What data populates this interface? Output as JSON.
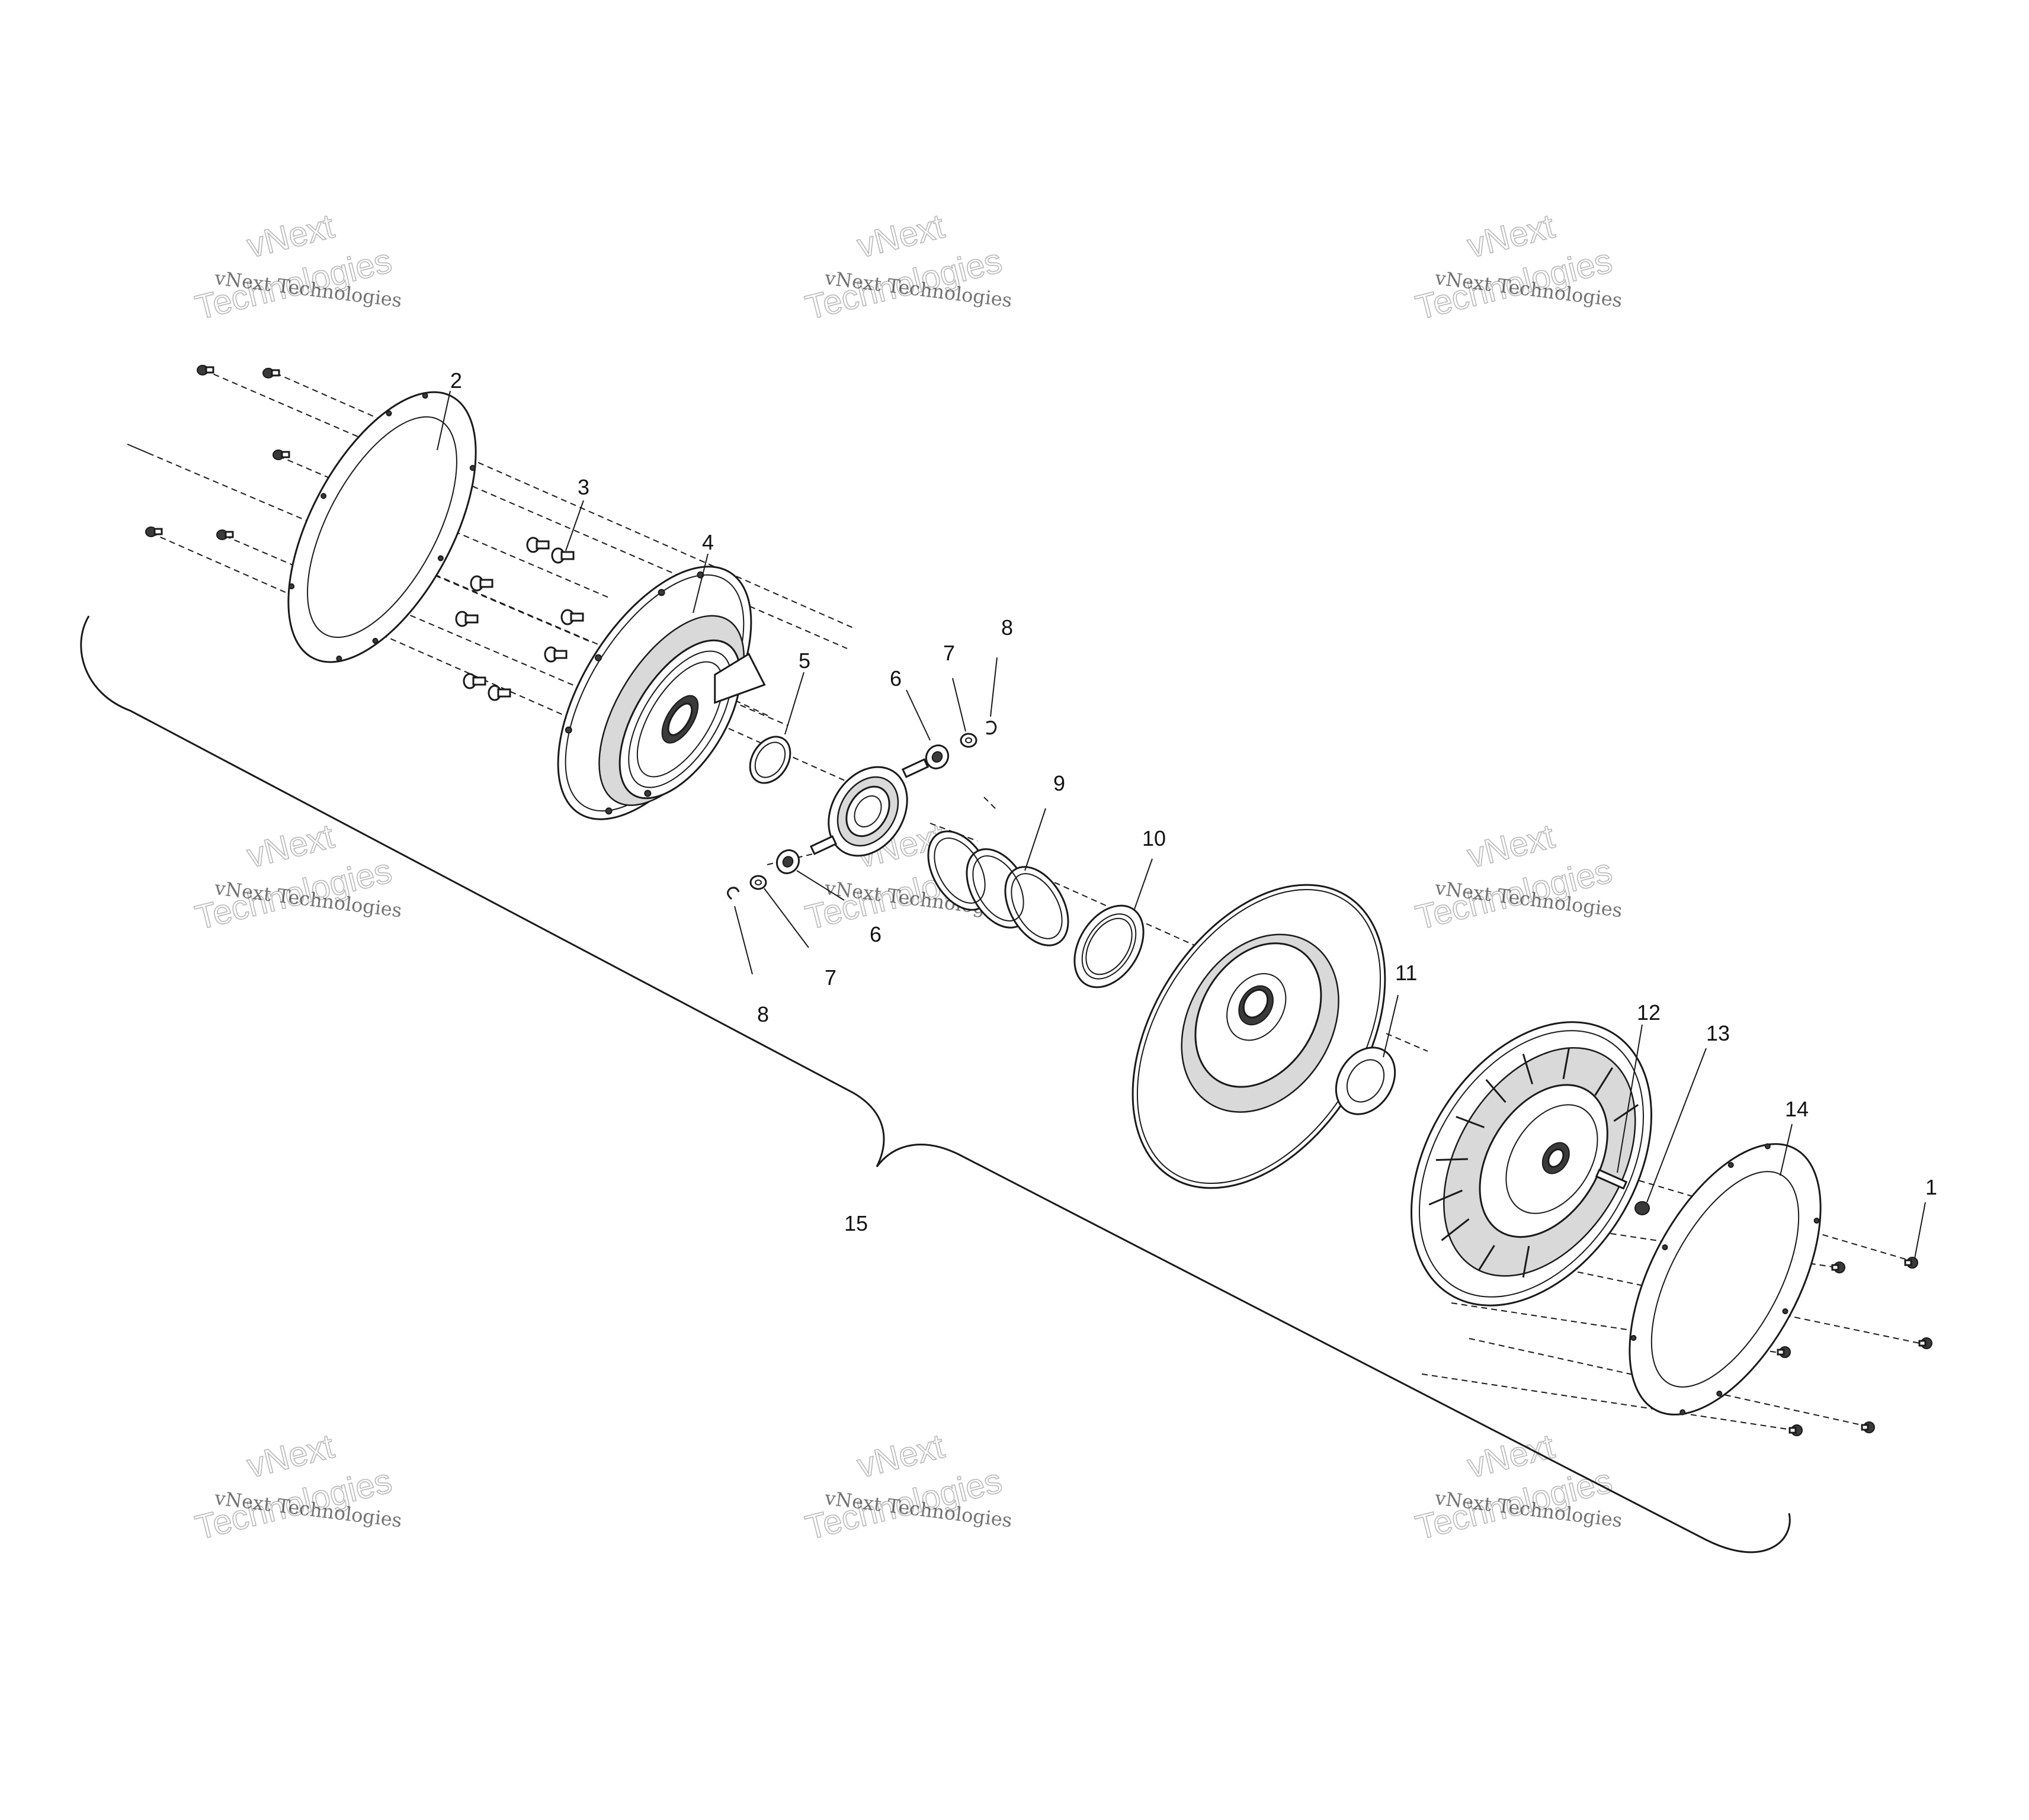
{
  "callouts": [
    {
      "id": "1",
      "label": "1"
    },
    {
      "id": "2",
      "label": "2"
    },
    {
      "id": "3",
      "label": "3"
    },
    {
      "id": "4",
      "label": "4"
    },
    {
      "id": "5",
      "label": "5"
    },
    {
      "id": "6a",
      "label": "6"
    },
    {
      "id": "6b",
      "label": "6"
    },
    {
      "id": "7a",
      "label": "7"
    },
    {
      "id": "7b",
      "label": "7"
    },
    {
      "id": "8a",
      "label": "8"
    },
    {
      "id": "8b",
      "label": "8"
    },
    {
      "id": "9",
      "label": "9"
    },
    {
      "id": "10",
      "label": "10"
    },
    {
      "id": "11",
      "label": "11"
    },
    {
      "id": "12",
      "label": "12"
    },
    {
      "id": "13",
      "label": "13"
    },
    {
      "id": "14",
      "label": "14"
    },
    {
      "id": "15",
      "label": "15"
    }
  ],
  "watermark": {
    "line1": "vNext Technologies",
    "line2": "vNext",
    "line3": "Technologies"
  }
}
